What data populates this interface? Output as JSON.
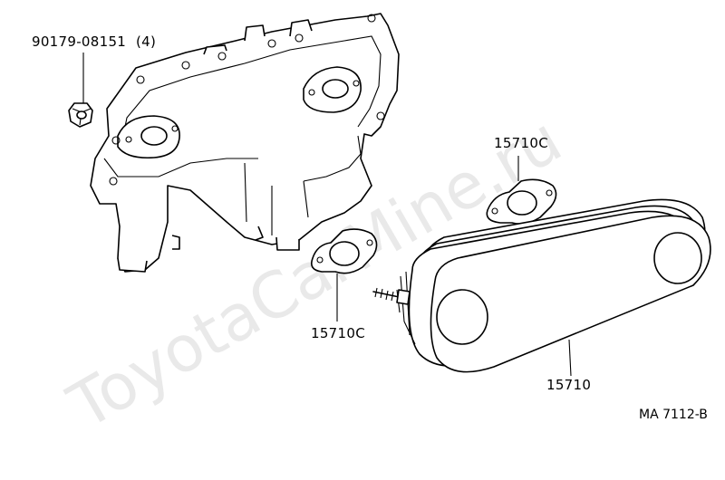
{
  "parts": [
    {
      "number": "90179-08151",
      "quantity": "(4)"
    },
    {
      "number": "15710C"
    },
    {
      "number": "15710C"
    },
    {
      "number": "15710"
    }
  ],
  "illustration_code": "MA 7112-B",
  "watermark": "ToyotaCarMine.ru"
}
